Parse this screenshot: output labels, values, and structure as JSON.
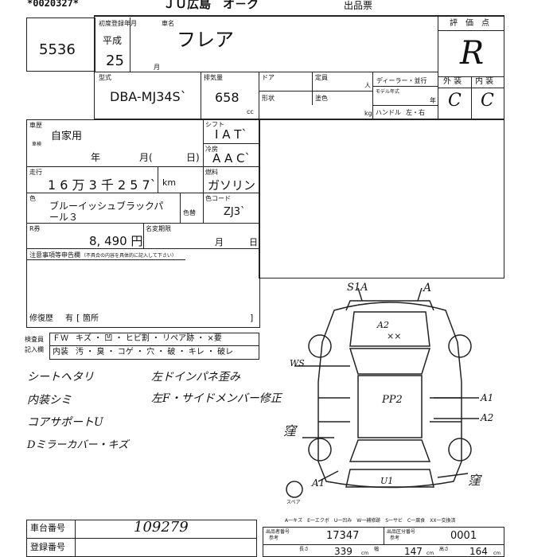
{
  "header": {
    "serial": "*0020327*",
    "venue": "ＪＵ広島　オ－ク",
    "venue_suffix": "出品票"
  },
  "lot": {
    "number": "5536"
  },
  "first_reg": {
    "label": "初度登録年月",
    "era": "平成",
    "year": "25",
    "month_unit": "月"
  },
  "car_name": {
    "label": "車名",
    "value": "フレア"
  },
  "rating": {
    "label": "評　価　点",
    "score": "R",
    "exterior_label": "外 装",
    "interior_label": "内 装",
    "exterior": "C",
    "interior": "C"
  },
  "model": {
    "label": "型式",
    "value": "DBA-MJ34S`"
  },
  "displacement": {
    "label": "排気量",
    "value": "658",
    "unit": "cc"
  },
  "doors": {
    "label": "ドア"
  },
  "seats": {
    "label": "定員",
    "unit": "人"
  },
  "type_label": "形状",
  "color_label": "塗色",
  "load_unit": "kg",
  "dealer": {
    "label": "ディーラー・並行",
    "model_year_label": "モデル年式",
    "year_unit": "年",
    "handle_label": "ハンドル",
    "handle_options": "左・右"
  },
  "usage": {
    "label": "車歴",
    "value": "自家用"
  },
  "inspection": {
    "label": "車検",
    "year": "年",
    "month": "月(",
    "day": "日)"
  },
  "shift": {
    "label": "シフト",
    "value": "I A T`"
  },
  "aircon": {
    "label": "冷房",
    "value": "A A C`"
  },
  "mileage": {
    "label": "走行",
    "value": "1 6 万 3 千 2 5 7`",
    "unit": "km"
  },
  "fuel": {
    "label": "燃料",
    "value": "ガソリン"
  },
  "color": {
    "label": "色",
    "value_line1": "ブルーイッシュブラックパ",
    "value_line2": "ール３",
    "repaint_label": "色替",
    "code_label": "色コード",
    "code": "ZJ3`"
  },
  "recycle": {
    "label": "R券",
    "value": "8, 490 円",
    "deposit_label": "名変期限",
    "month": "月",
    "day": "日"
  },
  "notes": {
    "label": "注意事項等申告欄",
    "sublabel": "（不具合の内容を具体的に記入して下さい）",
    "repair_label": "修復歴",
    "repair_value": "有",
    "repair_parts": "箇所",
    "bracket_open": "[",
    "bracket_close": "]"
  },
  "checklist": {
    "side_label_1": "検査員",
    "side_label_2": "記入欄",
    "row1_head": "ＦＷ",
    "row1": "キズ ・ 凹 ・ ヒビ割 ・ リペア跡 ・ ×要",
    "row2_head": "内装",
    "row2": "汚 ・ 臭 ・ コゲ ・ 穴 ・ 破 ・ キレ ・ 破レ"
  },
  "handwritten_notes": [
    "シートヘタリ",
    "内装シミ",
    "コアサポートU",
    "Dミラーカバー・キズ"
  ],
  "handwritten_notes_right": [
    "左ドインパネ歪み",
    "左F・サイドメンバー修正"
  ],
  "diagram_marks": {
    "front_left": "S1A",
    "front_right": "A",
    "hood": "A2",
    "hood_x": "××",
    "ws": "WS",
    "roof": "PP2",
    "right_a1": "A1",
    "right_a2": "A2",
    "left_dent": "窪",
    "rear_left": "A1",
    "rear_center": "U1",
    "rear_right": "窪",
    "spare": "スペア"
  },
  "legend": "A一キズ　E一エクボ　U一凹み　W一補修跡　S一サビ　C一腐食　XX一交換済",
  "footer": {
    "chassis_label": "車台番号",
    "chassis_value": "109279",
    "reg_label": "登録番号",
    "cert_label": "出品者番号",
    "cert_ref": "参考",
    "cert_value": "17347",
    "exhibitor_label": "出品区分番号",
    "exhibitor_ref": "参考",
    "exhibitor_value": "0001",
    "length_label": "長さ",
    "length_value": "339",
    "width_label": "幅",
    "width_value": "147",
    "height_label": "高さ",
    "height_value": "164",
    "dim_unit": "cm"
  }
}
